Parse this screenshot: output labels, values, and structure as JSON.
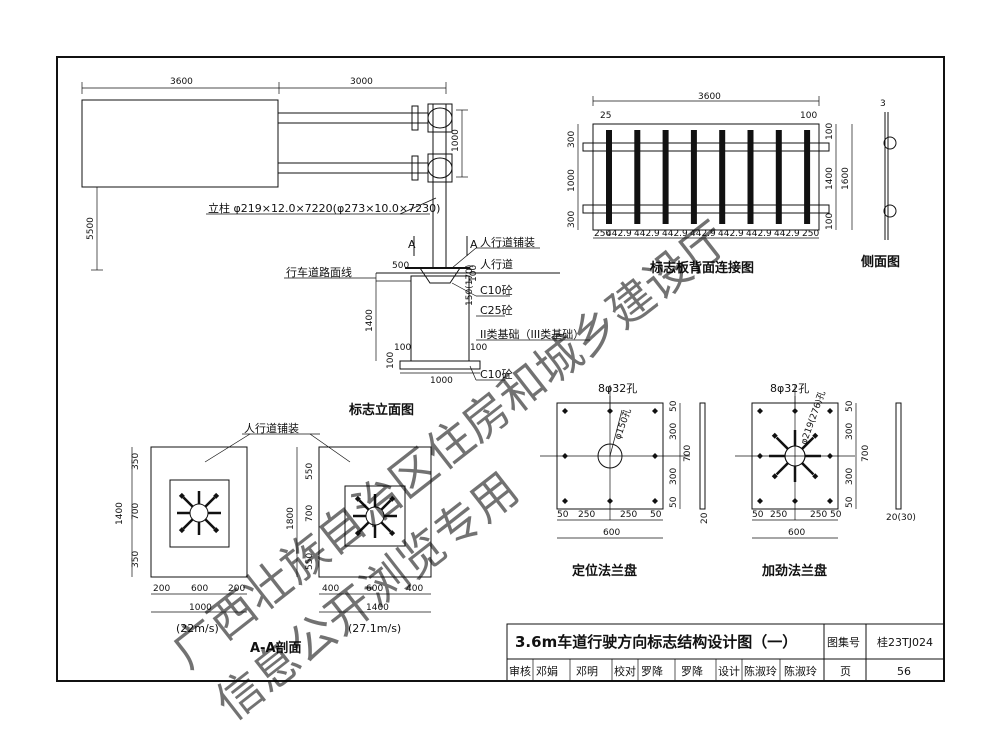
{
  "elevation": {
    "title": "标志立面图",
    "dims": {
      "d3600": "3600",
      "d3000": "3000",
      "d5500": "5500",
      "d1000": "1000",
      "d500": "500",
      "d1400": "1400",
      "d100a": "100",
      "d100b": "100",
      "d100c": "100",
      "d150": "150(170)",
      "d1000b": "1000",
      "d100d": "100"
    },
    "column": "立柱 φ219×12.0×7220(φ273×10.0×7230)",
    "sidewalk_paving": "人行道铺装",
    "sidewalk": "人行道",
    "road_line": "行车道路面线",
    "c10_top": "C10砼",
    "c25": "C25砼",
    "foundation": "II类基础（III类基础）",
    "c10_bottom": "C10砼",
    "sec_a1": "A",
    "sec_a2": "A"
  },
  "backboard": {
    "title": "标志板背面连接图",
    "top_dim": "3600",
    "dim25": "25",
    "dim100": "100",
    "left_dims": [
      "300",
      "1000",
      "300"
    ],
    "right_dims": [
      "100",
      "1400",
      "100"
    ],
    "total_right": "1600",
    "bottom_dims": [
      "250",
      "442.9",
      "442.9",
      "442.9",
      "442.9",
      "442.9",
      "442.9",
      "442.9",
      "250"
    ]
  },
  "side": {
    "title": "侧面图",
    "dim": "3"
  },
  "section": {
    "title": "A-A剖面",
    "paving": "人行道铺装",
    "left": {
      "v": [
        "350",
        "700",
        "350"
      ],
      "vt": "1400",
      "h": [
        "200",
        "600",
        "200"
      ],
      "ht": "1000",
      "speed": "(22m/s)"
    },
    "right": {
      "v": [
        "550",
        "700",
        "550"
      ],
      "vt": "1800",
      "h": [
        "400",
        "600",
        "400"
      ],
      "ht": "1400",
      "speed": "(27.1m/s)"
    }
  },
  "flange1": {
    "title": "定位法兰盘",
    "holes": "8φ32孔",
    "circle": "φ150孔",
    "right_dims": [
      "50",
      "300",
      "300",
      "50"
    ],
    "total": "700",
    "bottom": [
      "50",
      "250",
      "250",
      "50"
    ],
    "width": "600",
    "thick": "20"
  },
  "flange2": {
    "title": "加劲法兰盘",
    "holes": "8φ32孔",
    "circle": "φ219(276)孔",
    "right_dims": [
      "50",
      "300",
      "300",
      "50"
    ],
    "total": "700",
    "bottom": [
      "50",
      "250",
      "250",
      "50"
    ],
    "width": "600",
    "thick": "20(30)"
  },
  "titleblock": {
    "title": "3.6m车道行驶方向标志结构设计图（一）",
    "atlas_label": "图集号",
    "atlas_no": "桂23TJ024",
    "review_label": "审核",
    "review_name": "邓娟",
    "review_sign": "邓明",
    "check_label": "校对",
    "check_name": "罗降",
    "check_sign": "罗降",
    "design_label": "设计",
    "design_name": "陈淑玲",
    "design_sign": "陈淑玲",
    "page_label": "页",
    "page_no": "56"
  },
  "watermark": {
    "line1": "广西壮族自治区住房和城乡建设厅",
    "line2": "信息公开浏览专用"
  }
}
